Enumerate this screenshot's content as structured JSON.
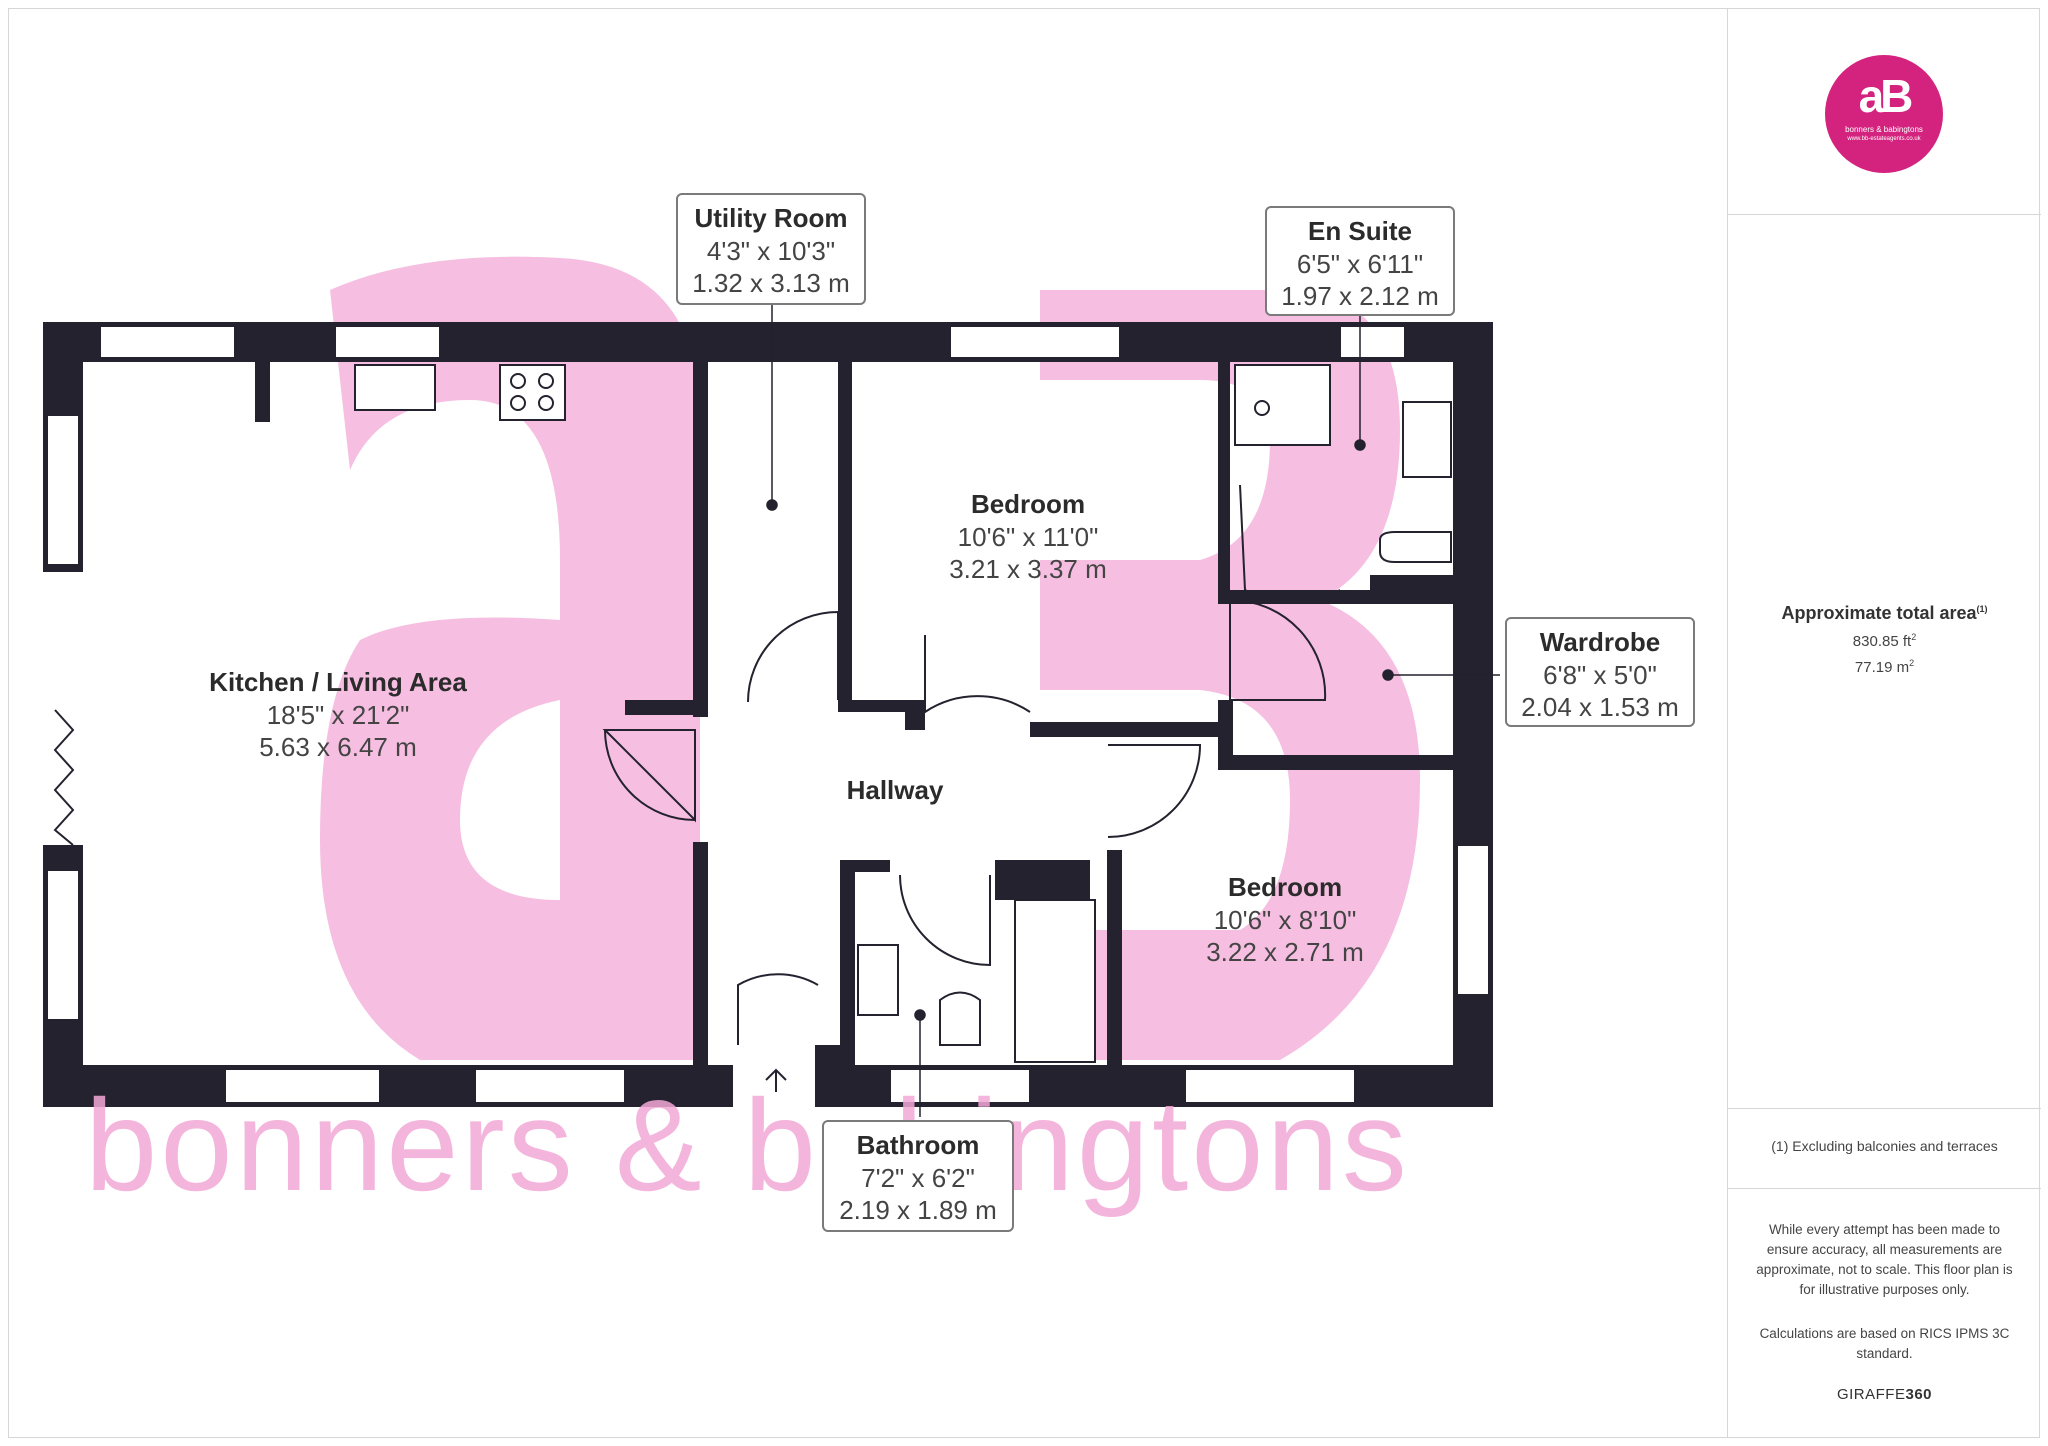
{
  "rooms": {
    "kitchen": {
      "name": "Kitchen / Living Area",
      "imperial": "18'5\" x 21'2\"",
      "metric": "5.63 x 6.47 m"
    },
    "utility": {
      "name": "Utility Room",
      "imperial": "4'3\" x 10'3\"",
      "metric": "1.32 x 3.13 m"
    },
    "bedroom1": {
      "name": "Bedroom",
      "imperial": "10'6\" x 11'0\"",
      "metric": "3.21 x 3.37 m"
    },
    "ensuite": {
      "name": "En Suite",
      "imperial": "6'5\" x 6'11\"",
      "metric": "1.97 x 2.12 m"
    },
    "wardrobe": {
      "name": "Wardrobe",
      "imperial": "6'8\" x 5'0\"",
      "metric": "2.04 x 1.53 m"
    },
    "hallway": {
      "name": "Hallway"
    },
    "bedroom2": {
      "name": "Bedroom",
      "imperial": "10'6\" x 8'10\"",
      "metric": "3.22 x 2.71 m"
    },
    "bathroom": {
      "name": "Bathroom",
      "imperial": "7'2\" x 6'2\"",
      "metric": "2.19 x 1.89 m"
    }
  },
  "watermark": {
    "text": "bonners & babingtons"
  },
  "logo": {
    "mark": "aB",
    "name": "bonners & babingtons",
    "url": "www.bb-estateagents.co.uk"
  },
  "summary": {
    "title": "Approximate total area",
    "title_note": "(1)",
    "sqft_value": "830.85 ft",
    "sqft_unit_sup": "2",
    "sqm_value": "77.19 m",
    "sqm_unit_sup": "2"
  },
  "footnote": "(1) Excluding balconies and terraces",
  "disclaimer": "While every attempt has been made to ensure accuracy, all measurements are approximate, not to scale. This floor plan is for illustrative purposes only.",
  "calc_note": "Calculations are based on RICS IPMS 3C standard.",
  "brand": {
    "part1": "GIRAFFE",
    "part2": "360"
  },
  "colors": {
    "wall": "#23222e",
    "watermark": "#f3a9d6",
    "brand_pink": "#d4237e",
    "frame": "#d6d6d6"
  }
}
